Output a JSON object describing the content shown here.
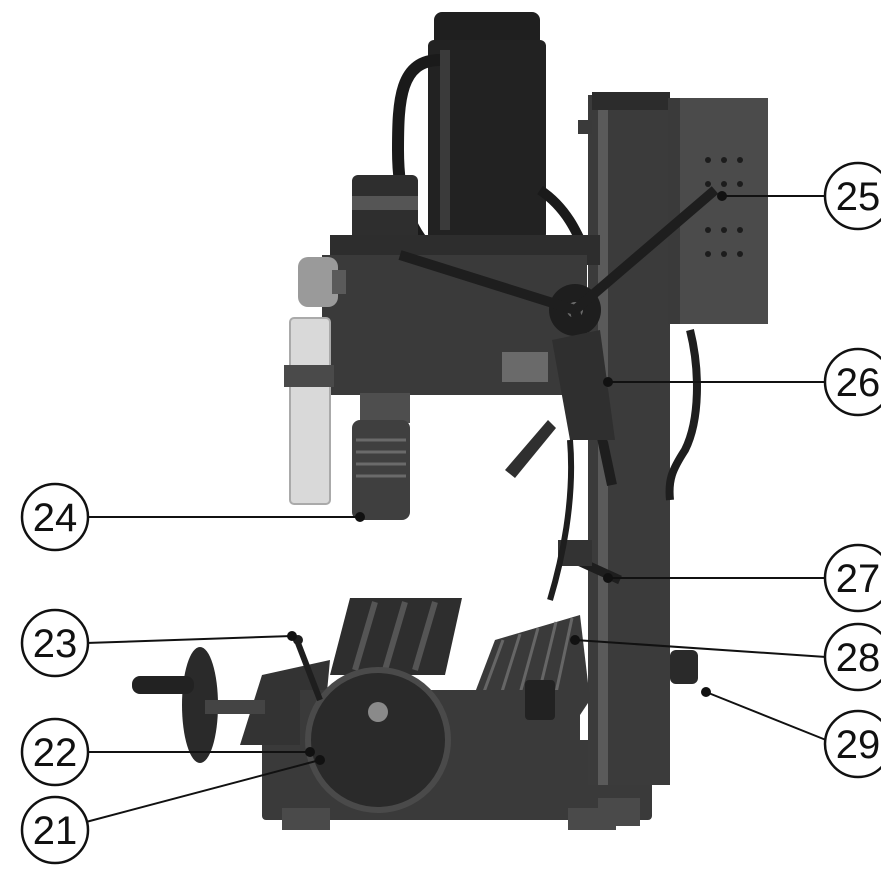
{
  "figure": {
    "subject": "Mini milling machine, side view with numbered part callouts",
    "colors": {
      "ink": "#111111",
      "metal_dark": "#2b2b2b",
      "metal_mid": "#4a4a4a",
      "metal_light": "#8a8a8a",
      "shield": "#d9d9d9",
      "background": "#ffffff"
    }
  },
  "callouts": {
    "c21": "21",
    "c22": "22",
    "c23": "23",
    "c24": "24",
    "c25": "25",
    "c26": "26",
    "c27": "27",
    "c28": "28",
    "c29": "29"
  }
}
